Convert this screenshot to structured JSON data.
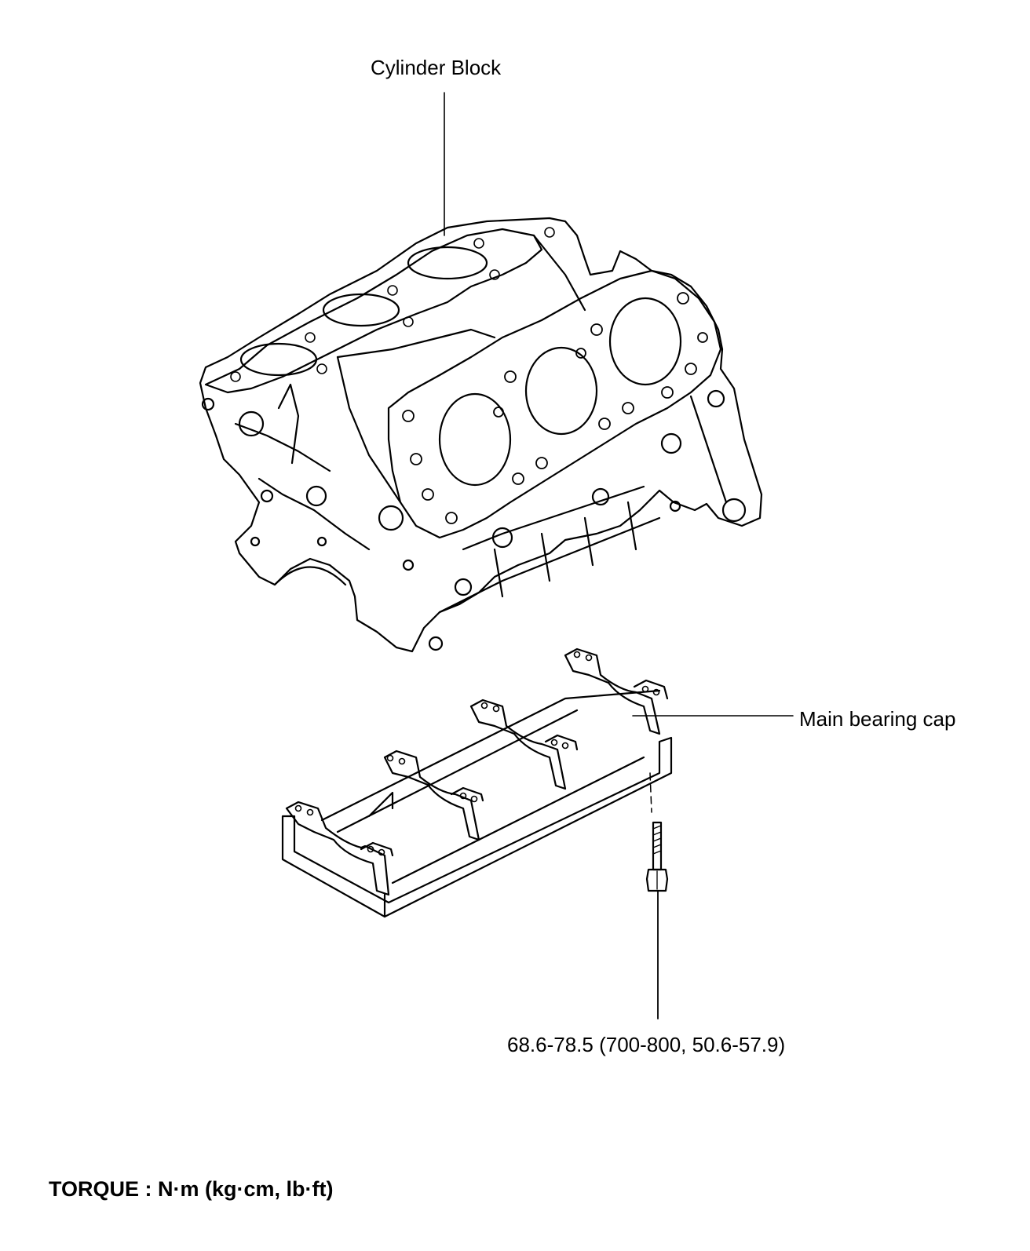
{
  "labels": {
    "cylinder_block": "Cylinder Block",
    "main_bearing_cap": "Main bearing cap",
    "bolt_torque": "68.6-78.5 (700-800, 50.6-57.9)",
    "torque_legend": "TORQUE : N·m (kg·cm, lb·ft)"
  }
}
